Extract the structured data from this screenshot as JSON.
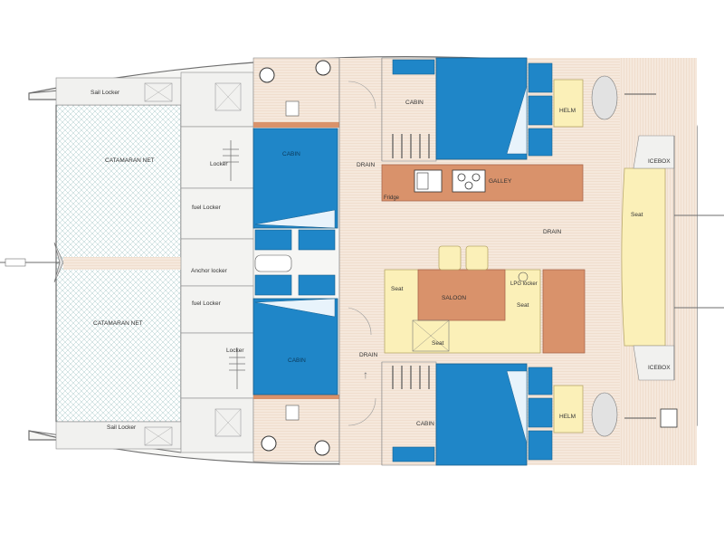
{
  "labels": {
    "sail_locker_top": "Sail Locker",
    "sail_locker_bottom": "Sail Locker",
    "catamaran_net_top": "CATAMARAN NET",
    "catamaran_net_bottom": "CATAMARAN NET",
    "locker_top": "Locker",
    "fuel_locker_top": "fuel Locker",
    "anchor_locker": "Anchor locker",
    "fuel_locker_bottom": "fuel Locker",
    "locker_bottom": "Locker",
    "cabin_fwd_top": "CABIN",
    "cabin_fwd_bottom": "CABIN",
    "cabin_aft_top": "CABIN",
    "cabin_aft_bottom": "CABIN",
    "drain_top": "DRAIN",
    "drain_bottom": "DRAIN",
    "drain_center": "DRAIN",
    "fridge": "Fridge",
    "galley": "GALLEY",
    "saloon": "SALOON",
    "seat_left": "Seat",
    "seat_bottom": "Seat",
    "seat_right": "Seat",
    "seat_aft": "Seat",
    "lpg_locker": "LPG locker",
    "helm_top": "HELM",
    "helm_bottom": "HELM",
    "icebox_top": "ICEBOX",
    "icebox_bottom": "ICEBOX"
  },
  "colors": {
    "hull_fill": "#f6f6f4",
    "outline": "#6e6e6e",
    "wood": "#f5e8dc",
    "bed_blue": "#1f86c8",
    "galley_orange": "#d9926b",
    "seat_cream": "#fbf0b8",
    "net_hatch": "#a9c9c9"
  }
}
